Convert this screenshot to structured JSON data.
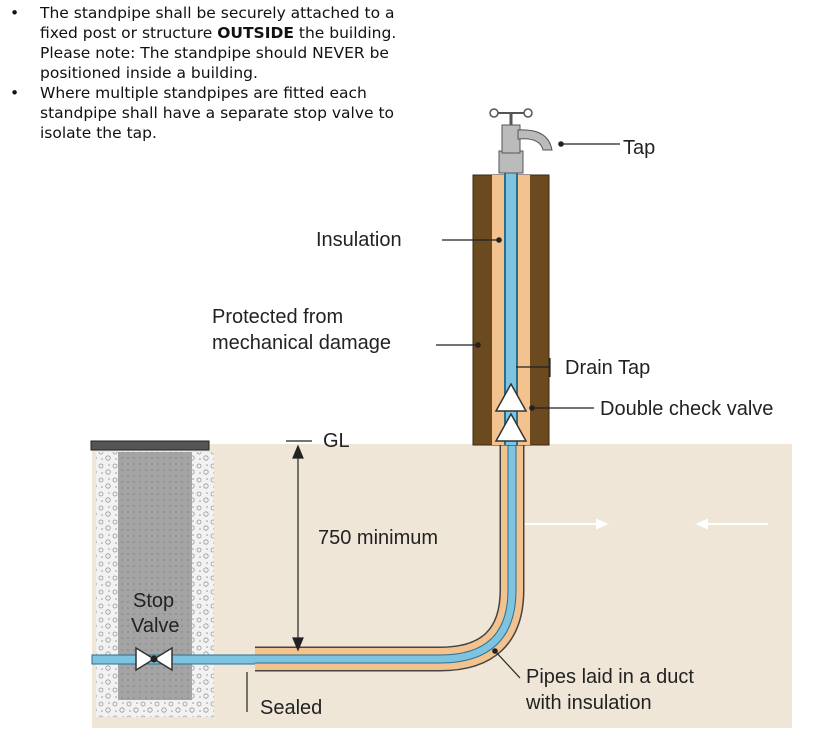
{
  "notes": [
    {
      "before": "The standpipe shall be securely attached to a fixed post or structure ",
      "bold": "OUTSIDE",
      "after": " the building.  Please note: The standpipe should NEVER be positioned inside a building."
    },
    {
      "before": "Where multiple standpipes are fitted each standpipe shall have a separate stop valve to isolate the tap.",
      "bold": "",
      "after": ""
    }
  ],
  "bullet_glyph": "•",
  "labels": {
    "tap": "Tap",
    "insulation": "Insulation",
    "protected_line1": "Protected from",
    "protected_line2": "mechanical damage",
    "drain_tap": "Drain Tap",
    "double_check_valve": "Double check valve",
    "gl": "GL",
    "depth": "750 minimum",
    "stop_valve_line1": "Stop",
    "stop_valve_line2": "Valve",
    "sealed": "Sealed",
    "duct_line1": "Pipes laid in a duct",
    "duct_line2": "with insulation"
  },
  "colors": {
    "ground": "#efe6d8",
    "pipe": "#7ec3df",
    "insulation": "#f2c28f",
    "post": "#6b4a1f",
    "chamber": "#a4a4a4",
    "tap": "#bbbbbb"
  },
  "icons": {
    "tap": "standpipe-tap-icon",
    "check_valve": "check-valve-icon",
    "stop_valve": "gate-valve-icon"
  }
}
